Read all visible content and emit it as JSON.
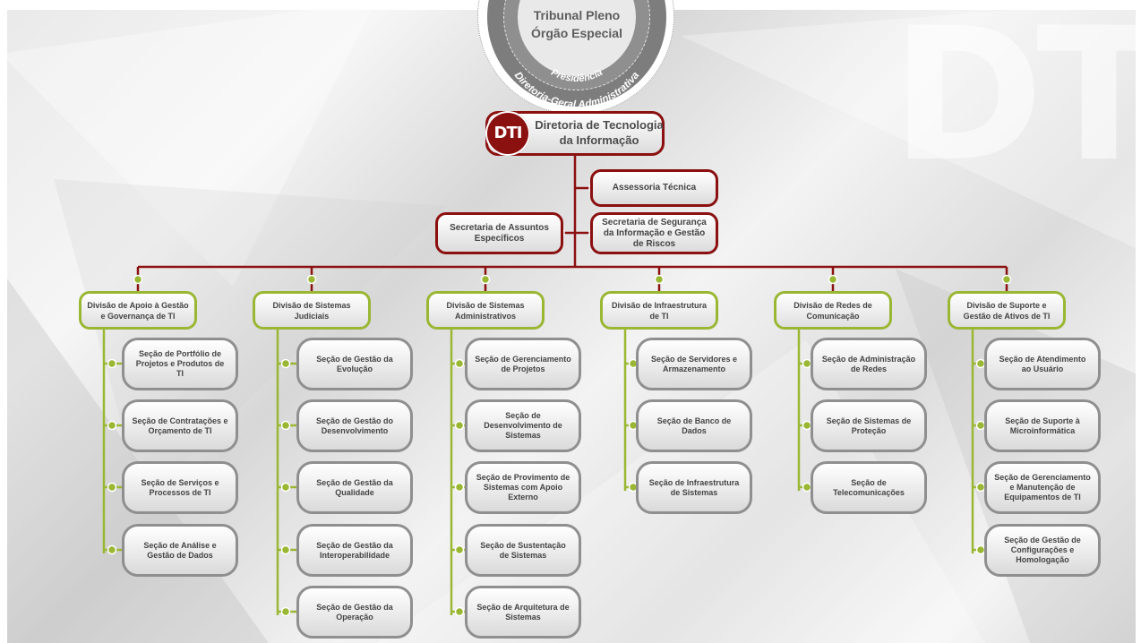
{
  "seal": {
    "top_line": "Tribunal Pleno",
    "second_line": "Órgão Especial",
    "arc_1": "Presidência",
    "arc_2": "Diretoria-Geral Administrativa"
  },
  "watermark": "DTI",
  "root": {
    "badge": "DTI",
    "title": "Diretoria de Tecnologia da Informação"
  },
  "staff": {
    "assessoria": "Assessoria Técnica",
    "secretaria_especificos": "Secretaria de Assuntos Específicos",
    "secretaria_seguranca": "Secretaria de Segurança da Informação e Gestão de Riscos"
  },
  "divisions": [
    {
      "name": "Divisão de Apoio à Gestão e Governança de TI",
      "sections": [
        "Seção de Portfólio de Projetos e Produtos de TI",
        "Seção de Contratações e Orçamento de TI",
        "Seção de Serviços e Processos de TI",
        "Seção de Análise e Gestão de Dados"
      ]
    },
    {
      "name": "Divisão de Sistemas Judiciais",
      "sections": [
        "Seção de Gestão da Evolução",
        "Seção de Gestão do Desenvolvimento",
        "Seção de Gestão da Qualidade",
        "Seção de Gestão da Interoperabilidade",
        "Seção de Gestão da Operação"
      ]
    },
    {
      "name": "Divisão de Sistemas Administrativos",
      "sections": [
        "Seção de Gerenciamento de Projetos",
        "Seção de Desenvolvimento de Sistemas",
        "Seção de Provimento de Sistemas com Apoio Externo",
        "Seção de Sustentação de Sistemas",
        "Seção de Arquitetura de Sistemas"
      ]
    },
    {
      "name": "Divisão de Infraestrutura de TI",
      "sections": [
        "Seção de Servidores e Armazenamento",
        "Seção de Banco de Dados",
        "Seção de Infraestrutura de Sistemas"
      ]
    },
    {
      "name": "Divisão de Redes de Comunicação",
      "sections": [
        "Seção de Administração de Redes",
        "Seção de Sistemas de Proteção",
        "Seção de Telecomunicações"
      ]
    },
    {
      "name": "Divisão de Suporte e Gestão de Ativos de TI",
      "sections": [
        "Seção de Atendimento ao Usuário",
        "Seção de Suporte à Microinformática",
        "Seção de Gerenciamento e Manutenção de Equipamentos de TI",
        "Seção de Gestão de Configurações e Homologação"
      ]
    }
  ],
  "colors": {
    "red": "#8b1010",
    "green": "#9ab734",
    "gray": "#8f8f8f"
  }
}
